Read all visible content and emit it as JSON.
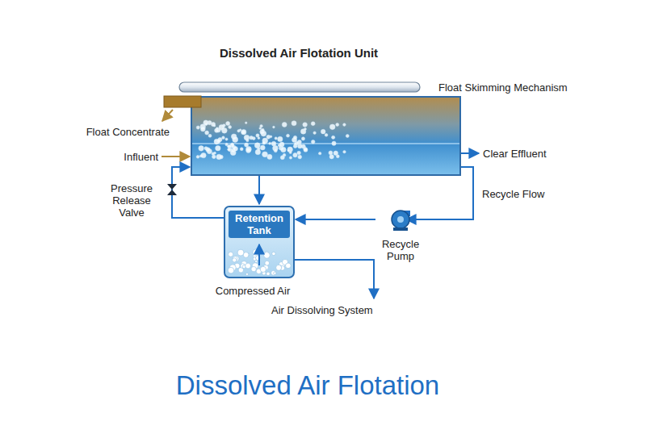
{
  "diagram": {
    "title": "Dissolved Air Flotation Unit",
    "caption": "Dissolved Air Flotation",
    "nodes": [
      {
        "text": [
          "Retention Tank"
        ]
      },
      {
        "text": [
          "Recycle Pump"
        ]
      }
    ],
    "edges": [
      {
        "from": 1,
        "to": 0,
        "arrow": "to"
      }
    ],
    "labels": [
      "Float Skimming Mechanism",
      "Float Concentrate",
      "Influent",
      "Clear Effluent",
      "Recycle Flow",
      "Pressure Release Valve",
      "Compressed Air",
      "Air Dissolving System"
    ]
  }
}
